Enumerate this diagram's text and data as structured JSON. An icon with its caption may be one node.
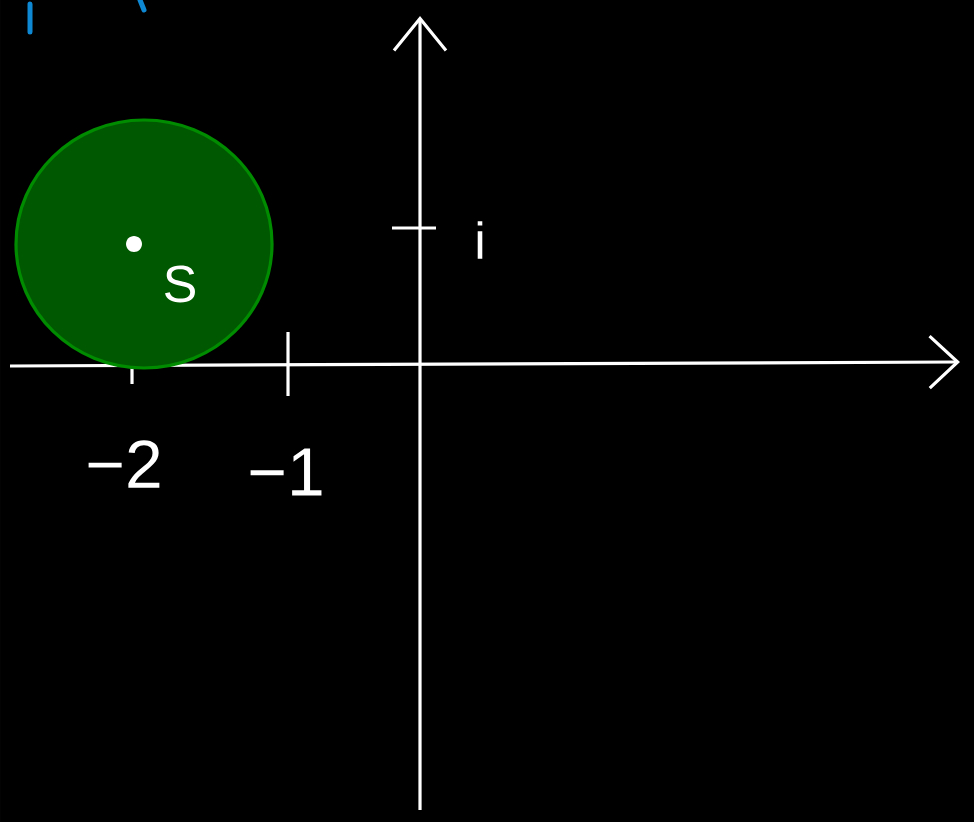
{
  "diagram": {
    "nodes": [
      {
        "text": [
          "S"
        ]
      }
    ],
    "labels": [
      "−2",
      "−1",
      "i"
    ]
  }
}
